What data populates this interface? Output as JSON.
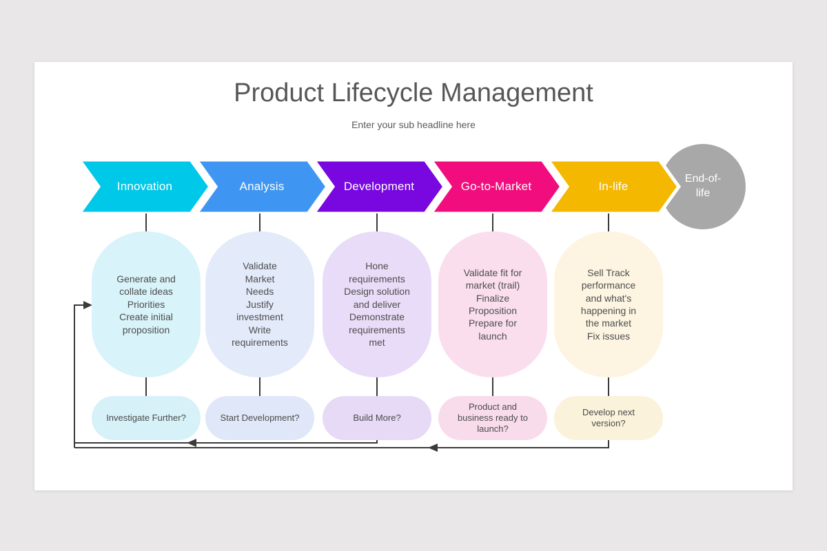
{
  "slide": {
    "title": "Product Lifecycle Management",
    "subtitle": "Enter your sub headline here"
  },
  "stages": [
    {
      "label": "Innovation",
      "color": "#00c8e8",
      "oval_color": "#d8f3f9",
      "oval_text": "Generate and\ncollate ideas\nPriorities\nCreate initial\nproposition",
      "bubble_color": "#d6f1f8",
      "bubble_text": "Investigate Further?"
    },
    {
      "label": "Analysis",
      "color": "#3f96f2",
      "oval_color": "#e3eafa",
      "oval_text": "Validate\nMarket\nNeeds\nJustify\ninvestment\nWrite\nrequirements",
      "bubble_color": "#dfe7f8",
      "bubble_text": "Start Development?"
    },
    {
      "label": "Development",
      "color": "#7807e0",
      "oval_color": "#e9dcf8",
      "oval_text": "Hone\nrequirements\nDesign solution\nand deliver\nDemonstrate\nrequirements\nmet",
      "bubble_color": "#e6daf6",
      "bubble_text": "Build More?"
    },
    {
      "label": "Go-to-Market",
      "color": "#f20d7e",
      "oval_color": "#fadeee",
      "oval_text": "Validate fit for\nmarket (trail)\nFinalize\nProposition\nPrepare for\nlaunch",
      "bubble_color": "#f9dcec",
      "bubble_text": "Product and\nbusiness ready to\nlaunch?"
    },
    {
      "label": "In-life",
      "color": "#f5b800",
      "oval_color": "#fdf5e2",
      "oval_text": "Sell Track\nperformance\nand what's\nhappening in\nthe market\nFix issues",
      "bubble_color": "#faf2da",
      "bubble_text": "Develop next\nversion?"
    }
  ],
  "end_node": {
    "label": "End-of-life",
    "color": "#a8a8a8"
  },
  "connector_color": "#3a3a3a"
}
